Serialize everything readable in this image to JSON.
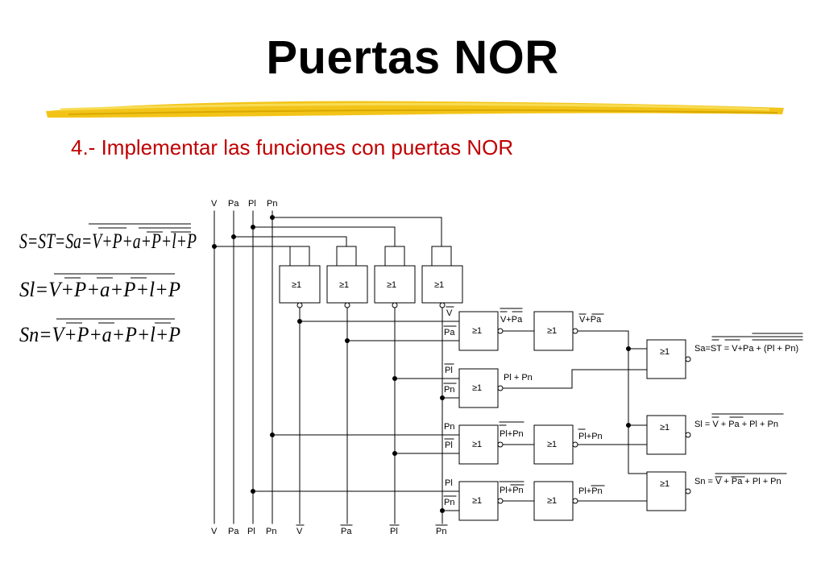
{
  "title": "Puertas NOR",
  "subtitle": "4.- Implementar las funciones con puertas NOR",
  "formulas": [
    "S=ST=Sa=V+P+a+P+l+P",
    "Sl=V+P+a+P+l+P",
    "Sn=V+P+a+P+l+P"
  ],
  "circuit": {
    "top_inputs": [
      "V",
      "Pa",
      "Pl",
      "Pn"
    ],
    "bottom_labels": [
      "V",
      "Pa",
      "Pl",
      "Pn",
      "V",
      "Pa",
      "Pl",
      "Pn"
    ],
    "gate_symbol": "≥1",
    "wire_labels": {
      "v_bar": "V",
      "pa_bar": "Pa",
      "pl_bar": "Pl",
      "pn_bar": "Pn",
      "pn": "Pn",
      "pl_bar2": "Pl",
      "pl": "Pl",
      "pn_bar2": "Pn"
    },
    "intermediate": {
      "nor_v_pa": "V+Pa",
      "or_v_pa": "V+Pa",
      "pl_pn": "Pl + Pn",
      "nor_pl_pn": "Pl+Pn",
      "or_pl_pn": "Pl+Pn",
      "nor_pl_pnbar": "Pl+Pn",
      "or_pl_pnbar": "Pl+Pn"
    },
    "outputs": [
      "Sa=ST = V+Pa + (Pl + Pn)",
      "Sl = V + Pa + Pl + Pn",
      "Sn = V + Pa + Pl + Pn"
    ]
  }
}
